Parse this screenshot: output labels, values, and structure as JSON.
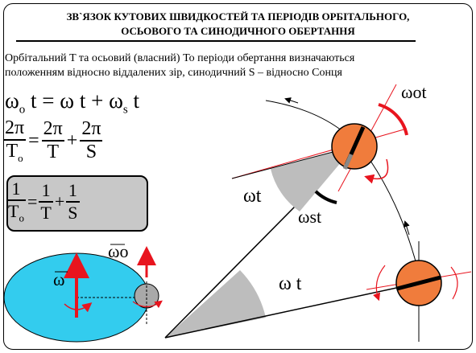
{
  "title": {
    "line1": "ЗВ`ЯЗОК КУТОВИХ ШВИДКОСТЕЙ ТА ПЕРІОДІВ ОРБІТАЛЬНОГО,",
    "line2": "ОСЬОВОГО ТА СИНОДИЧНОГО ОБЕРТАННЯ"
  },
  "description": {
    "line1": "Орбітальний T   та осьовий (власний)  To  періоди обертання  визначаються",
    "line2": "положенням відносно віддалених зір,  синодичний  S   –   відносно Сонця"
  },
  "equation1": {
    "omega": "ω",
    "sub_o": "o",
    "t": "t",
    "eq": "=",
    "plus": "+",
    "sub_s": "s"
  },
  "equation2": {
    "num": "2π",
    "den_o": "T",
    "den_o_sub": "o",
    "den_t": "T",
    "den_s": "S",
    "eq": "=",
    "plus": "+"
  },
  "equation3": {
    "num": "1",
    "den_o": "T",
    "den_o_sub": "o",
    "den_t": "T",
    "den_s": "S",
    "eq": "=",
    "plus": "+"
  },
  "labels": {
    "omega_o_t": "ωot",
    "omega_t_upper": "ωt",
    "omega_s_t": "ωst",
    "omega_t_lower": "ω  t",
    "vec_omega": "ω",
    "vec_omega_o": "ωo"
  },
  "colors": {
    "planet": "#f07c3c",
    "orbit_ellipse": "#33ccee",
    "gray_sector": "#bdbdbd",
    "red": "#e8141e",
    "dark_line": "#111111"
  }
}
